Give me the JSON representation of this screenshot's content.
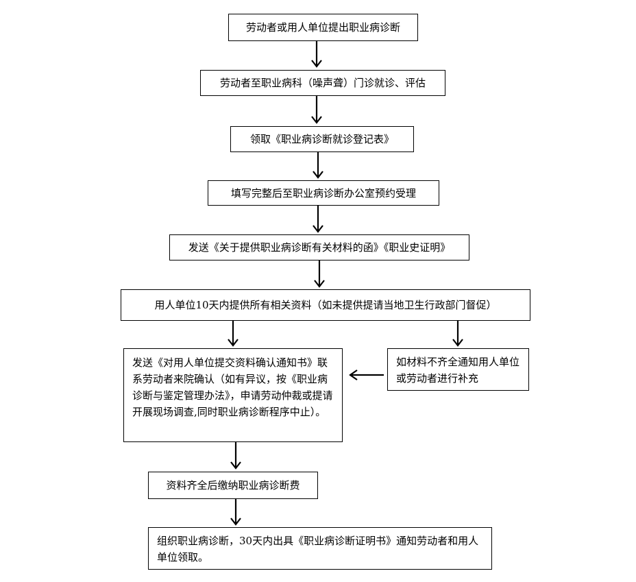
{
  "flow": {
    "steps": [
      "劳动者或用人单位提出职业病诊断",
      "劳动者至职业病科（噪声聋）门诊就诊、评估",
      "领取《职业病诊断就诊登记表》",
      "填写完整后至职业病诊断办公室预约受理",
      "发送《关于提供职业病诊断有关材料的函》《职业史证明》",
      "用人单位10天内提供所有相关资料（如未提供提请当地卫生行政部门督促）",
      "发送《对用人单位提交资料确认通知书》联系劳动者来院确认（如有异议，按《职业病诊断与鉴定管理办法》，申请劳动仲裁或提请开展现场调查,同时职业病诊断程序中止）。",
      "资料齐全后缴纳职业病诊断费",
      "组织职业病诊断，30天内出具《职业病诊断证明书》通知劳动者和用人单位领取。"
    ],
    "side_note": "如材料不齐全通知用人单位或劳动者进行补充"
  }
}
